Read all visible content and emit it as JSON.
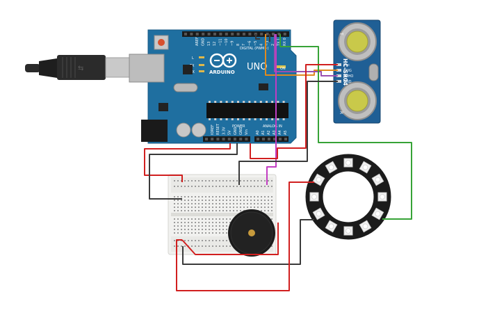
{
  "arduino": {
    "brand": "ARDUINO",
    "model": "UNO",
    "on_label": "ON",
    "digital_label": "DIGITAL (PWM~)",
    "power_label": "POWER",
    "analog_label": "ANALOG IN",
    "led_l": "L",
    "led_tx": "TX",
    "led_rx": "RX",
    "digital_pins": [
      "AREF",
      "GND",
      "13",
      "12",
      "~11",
      "~10",
      "~9",
      "8",
      "7",
      "~6",
      "~5",
      "4",
      "~3",
      "2",
      "TX 1",
      "RX 0"
    ],
    "power_pins": [
      "IOREF",
      "RESET",
      "3.3V",
      "5V",
      "GND",
      "GND",
      "Vin"
    ],
    "analog_pins": [
      "A0",
      "A1",
      "A2",
      "A3",
      "A4",
      "A5"
    ],
    "board_color": "#1f6fa0"
  },
  "sensor": {
    "title": "HC-SR04",
    "pins": [
      "Vcc",
      "TRIG",
      "ECHO",
      "GND"
    ],
    "mark_t": "T",
    "mark_r": "R"
  },
  "ring": {
    "led_count": 12
  },
  "wires": {
    "red": "#d11f1f",
    "black": "#3a3a3a",
    "green": "#37a337",
    "purple": "#9a4fb0",
    "magenta": "#c23cc2",
    "orange": "#e08a1e"
  }
}
